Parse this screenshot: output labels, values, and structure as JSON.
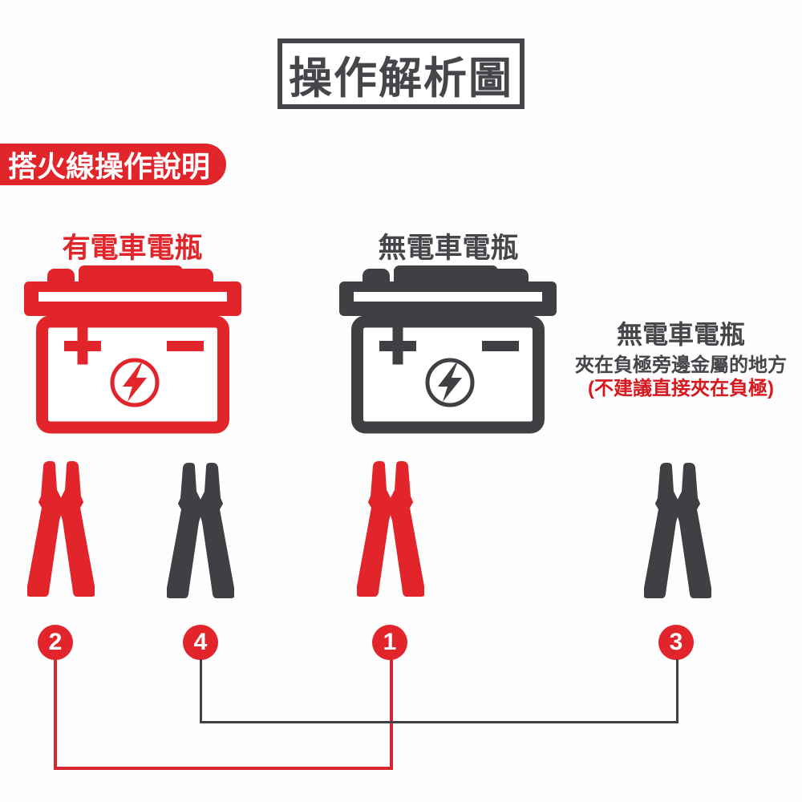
{
  "title": {
    "text": "操作解析圖"
  },
  "badge": {
    "text": "搭火線操作說明"
  },
  "colors": {
    "accent_red": "#e2242b",
    "dark_gray": "#45454a",
    "white": "#ffffff",
    "line_red": "#d7282f",
    "line_dark": "#3f3f44"
  },
  "batteries": [
    {
      "id": "donor",
      "label": "有電車電瓶",
      "color": "#e2242b",
      "icons": [
        "plus-icon",
        "minus-icon",
        "lightning-icon"
      ]
    },
    {
      "id": "dead",
      "label": "無電車電瓶",
      "color": "#3f3f44",
      "icons": [
        "plus-icon",
        "minus-icon",
        "lightning-icon"
      ]
    }
  ],
  "note": {
    "line1": "無電車電瓶",
    "line2": "夾在負極旁邊金屬的地方",
    "line3": "(不建議直接夾在負極)"
  },
  "clamps": [
    {
      "number": "2",
      "color": "red"
    },
    {
      "number": "4",
      "color": "dark"
    },
    {
      "number": "1",
      "color": "red"
    },
    {
      "number": "3",
      "color": "dark"
    }
  ],
  "connections": [
    {
      "from": "2",
      "to": "1",
      "color": "red"
    },
    {
      "from": "4",
      "to": "3",
      "color": "dark"
    }
  ]
}
